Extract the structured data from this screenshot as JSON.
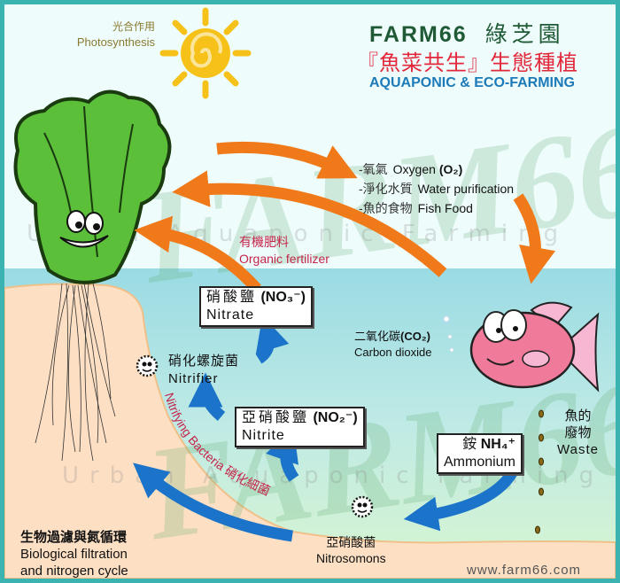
{
  "header": {
    "brand": "FARM66",
    "brand_zh": "綠芝園",
    "subtitle_zh": "『魚菜共生』生態種植",
    "subtitle_en": "AQUAPONIC & ECO-FARMING"
  },
  "photosynthesis": {
    "zh": "光合作用",
    "en": "Photosynthesis"
  },
  "benefits": [
    {
      "zh": "-氧氣",
      "en": "Oxygen",
      "formula": "(O₂)"
    },
    {
      "zh": "-淨化水質",
      "en": "Water purification",
      "formula": ""
    },
    {
      "zh": "-魚的食物",
      "en": "Fish Food",
      "formula": ""
    }
  ],
  "fertilizer": {
    "zh": "有機肥料",
    "en": "Organic fertilizer"
  },
  "nitrate": {
    "zh": "硝酸鹽",
    "formula": "(NO₃⁻)",
    "en": "Nitrate"
  },
  "nitrite": {
    "zh": "亞硝酸鹽",
    "formula": "(NO₂⁻)",
    "en": "Nitrite"
  },
  "ammonium": {
    "zh": "銨",
    "formula": "NH₄⁺",
    "en": "Ammonium"
  },
  "co2": {
    "zh": "二氧化碳",
    "formula": "(CO₂)",
    "en": "Carbon dioxide"
  },
  "nitrifier": {
    "zh": "硝化螺旋菌",
    "en": "Nitrifier"
  },
  "nitrosomonas": {
    "zh": "亞硝酸菌",
    "en": "Nitrosomons"
  },
  "waste": {
    "zh_line1": "魚的",
    "zh_line2": "廢物",
    "en": "Waste"
  },
  "bacteria_label": "Nitrifying Bacteria 硝化細菌",
  "cycle_title": {
    "zh": "生物過濾與氮循環",
    "en_line1": "Biological filtration",
    "en_line2": "and nitrogen cycle"
  },
  "watermark": {
    "logo": "FARM66",
    "tagline": "Urban Aquaponic Farming"
  },
  "footer_url": "www.farm66.com",
  "colors": {
    "border": "#3bb3b0",
    "orange_arrow": "#f07a1a",
    "blue_arrow": "#1b74c9",
    "water": "#9fdde6",
    "soil": "#fde0c4",
    "brand_green": "#1f5a35",
    "title_red": "#e2283a",
    "title_blue": "#1d7ab8"
  }
}
